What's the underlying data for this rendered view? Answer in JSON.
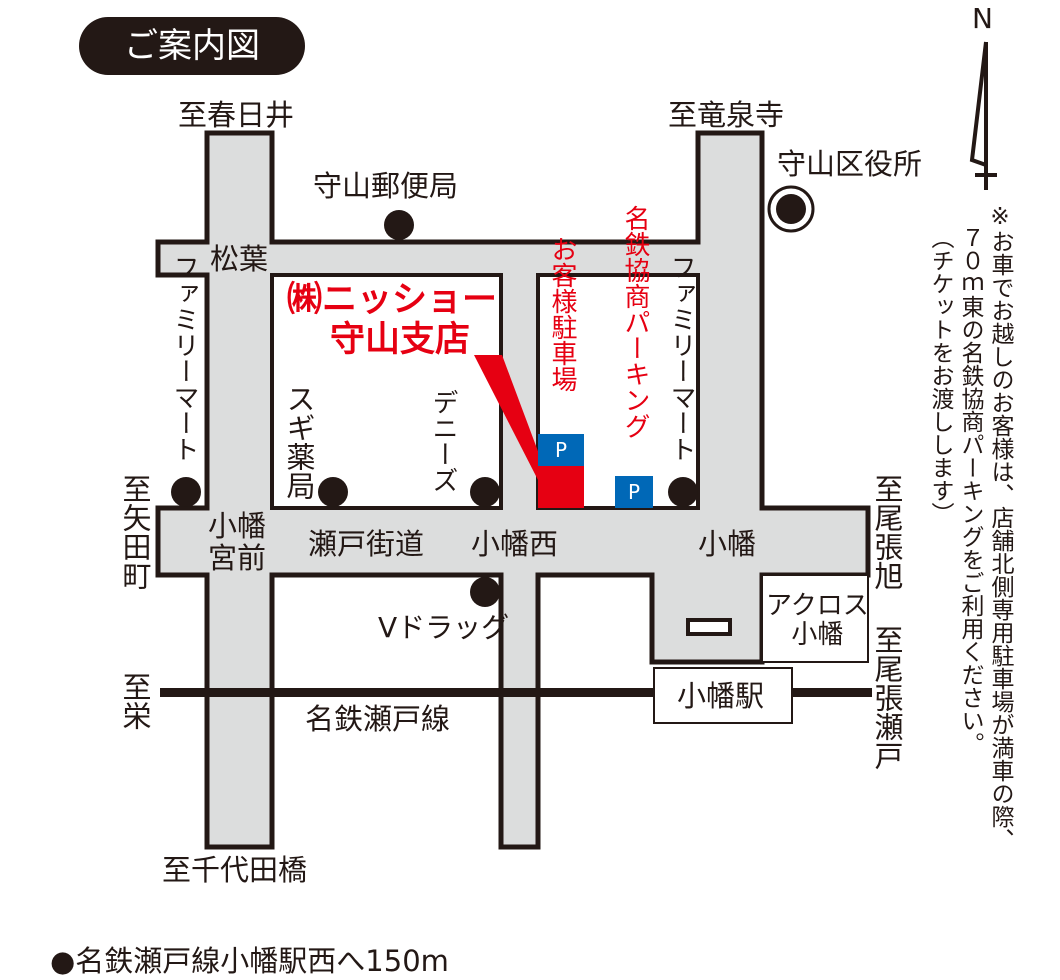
{
  "title": "ご案内図",
  "compass": "N",
  "shop": {
    "line1": "㈱ニッショー",
    "line2": "守山支店"
  },
  "directions": {
    "kasugai": "至春日井",
    "ryusenji": "至竜泉寺",
    "yadacho": "至矢田町",
    "owari_asahi": "至尾張旭",
    "owari_seto": "至尾張瀬戸",
    "sakae": "至栄",
    "chiyodabashi": "至千代田橋"
  },
  "roads": {
    "matsuba": "松葉",
    "seto_kaido": "瀬戸街道",
    "rail": "名鉄瀬戸線"
  },
  "intersections": {
    "obata_miyamae": "小幡\n宮前",
    "obata_nishi": "小幡西",
    "obata": "小幡"
  },
  "landmarks": {
    "post_office": "守山郵便局",
    "ward_office": "守山区役所",
    "familymart_left": "ファミリーマート",
    "familymart_right": "ファミリーマート",
    "sugi": "スギ薬局",
    "dennys": "デニーズ",
    "vdrug": "Vドラッグ",
    "across": "アクロス\n小幡",
    "station": "小幡駅"
  },
  "parking": {
    "customer": "お客様駐車場",
    "meitetsu": "名鉄協商パーキング",
    "p_label": "P"
  },
  "note": "※お車でお越しのお客様は、店舗北側専用駐車場が満車の際、",
  "note2": "７０ｍ東の名鉄協商パーキングをご利用ください。",
  "note3": "（チケットをお渡しします）",
  "footer": "●名鉄瀬戸線小幡駅西へ150m",
  "colors": {
    "road": "#dcdddd",
    "red": "#e60012",
    "blue": "#0068b7",
    "ink": "#231815"
  }
}
